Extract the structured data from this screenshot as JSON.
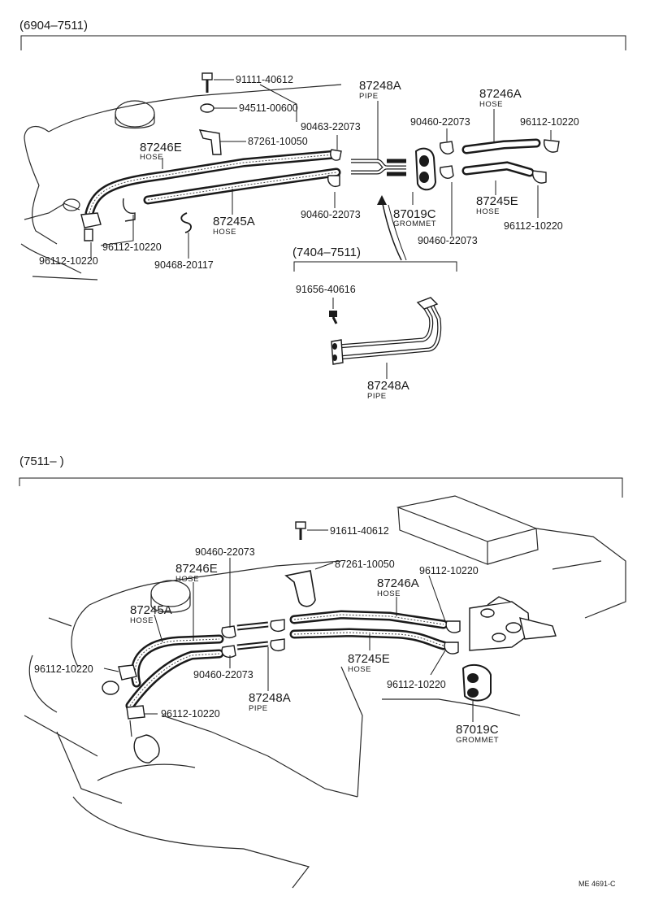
{
  "sections": {
    "top": {
      "label": "(6904–7511)"
    },
    "inset": {
      "label": "(7404–7511)"
    },
    "bottom": {
      "label": "(7511–        )"
    }
  },
  "top_parts": {
    "p1": {
      "number": "91111-40612"
    },
    "p2": {
      "number": "94511-00600"
    },
    "p3": {
      "number": "87261-10050"
    },
    "p4": {
      "number": "90463-22073"
    },
    "p5": {
      "number": "87246E",
      "sub": "HOSE"
    },
    "p6": {
      "number": "87248A",
      "sub": "PIPE"
    },
    "p7": {
      "number": "90460-22073"
    },
    "p8": {
      "number": "87246A",
      "sub": "HOSE"
    },
    "p9": {
      "number": "96112-10220"
    },
    "p10": {
      "number": "87245A",
      "sub": "HOSE"
    },
    "p11": {
      "number": "90460-22073"
    },
    "p12": {
      "number": "87019C",
      "sub": "GROMMET"
    },
    "p13": {
      "number": "87245E",
      "sub": "HOSE"
    },
    "p14": {
      "number": "96112-10220"
    },
    "p15": {
      "number": "96112-10220"
    },
    "p16": {
      "number": "96112-10220"
    },
    "p17": {
      "number": "90468-20117"
    },
    "p18": {
      "number": "90460-22073"
    }
  },
  "inset_parts": {
    "p1": {
      "number": "91656-40616"
    },
    "p2": {
      "number": "87248A",
      "sub": "PIPE"
    }
  },
  "bottom_parts": {
    "p1": {
      "number": "91611-40612"
    },
    "p2": {
      "number": "90460-22073"
    },
    "p3": {
      "number": "87261-10050"
    },
    "p4": {
      "number": "87246E",
      "sub": "HOSE"
    },
    "p5": {
      "number": "96112-10220"
    },
    "p6": {
      "number": "87246A",
      "sub": "HOSE"
    },
    "p7": {
      "number": "87245A",
      "sub": "HOSE"
    },
    "p8": {
      "number": "96112-10220"
    },
    "p9": {
      "number": "90460-22073"
    },
    "p10": {
      "number": "87245E",
      "sub": "HOSE"
    },
    "p11": {
      "number": "96112-10220"
    },
    "p12": {
      "number": "87248A",
      "sub": "PIPE"
    },
    "p13": {
      "number": "96112-10220"
    },
    "p14": {
      "number": "87019C",
      "sub": "GROMMET"
    }
  },
  "footer": {
    "code": "ME 4691-C"
  }
}
